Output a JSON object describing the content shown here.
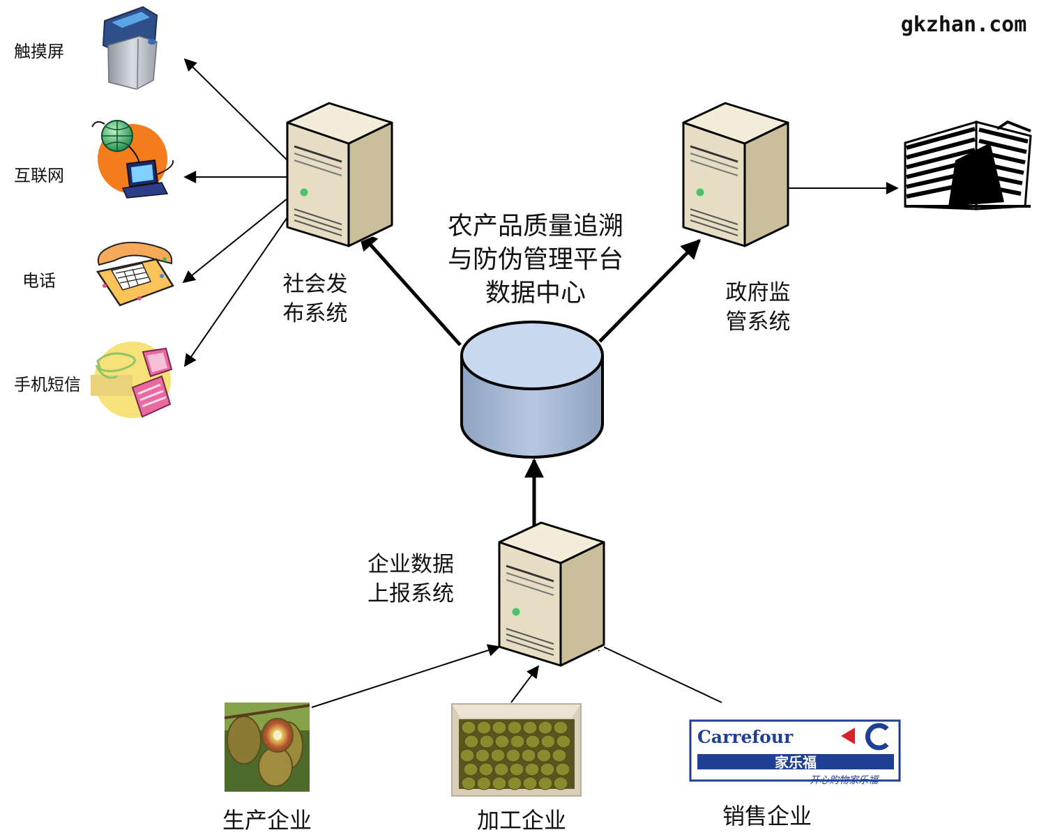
{
  "watermark": "gkzhan.com",
  "center": {
    "line1": "农产品质量追溯",
    "line2": "与防伪管理平台",
    "line3": "数据中心"
  },
  "servers": {
    "social_line1": "社会发",
    "social_line2": "布系统",
    "gov_line1": "政府监",
    "gov_line2": "管系统",
    "report_line1": "企业数据",
    "report_line2": "上报系统"
  },
  "channels": {
    "touch": "触摸屏",
    "internet": "互联网",
    "phone": "电话",
    "sms": "手机短信"
  },
  "enterprises": {
    "production": "生产企业",
    "processing": "加工企业",
    "sales": "销售企业"
  },
  "logo": {
    "brand_en": "Carrefour",
    "brand_cn": "家乐福",
    "slogan": "开心购物家乐福"
  },
  "colors": {
    "server_front": "#e4dbc2",
    "server_side": "#c9bd98",
    "db_top": "#c9d8ee",
    "db_body": "#98acc8",
    "carrefour_blue": "#1f3f95",
    "carrefour_red": "#d8222a"
  }
}
